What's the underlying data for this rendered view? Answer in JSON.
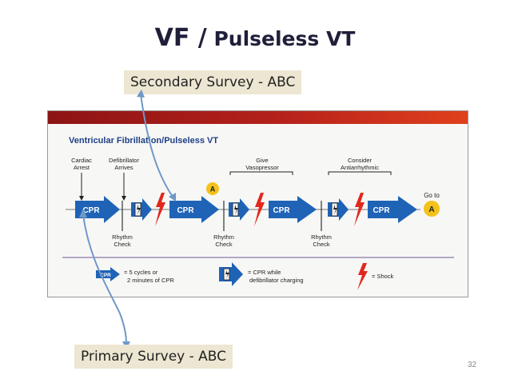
{
  "slide": {
    "title_main": "VF /",
    "title_rest": " Pulseless VT",
    "secondary_callout": "Secondary Survey - ABC",
    "primary_callout": "Primary Survey - ABC",
    "slide_number": "32"
  },
  "algorithm": {
    "heading": "Ventricular Fibrillation/Pulseless VT",
    "cardiac_arrest_1": "Cardiac",
    "cardiac_arrest_2": "Arrest",
    "defib_arrives_1": "Defibrillator",
    "defib_arrives_2": "Arrives",
    "give_vasopressor_1": "Give",
    "give_vasopressor_2": "Vasopressor",
    "consider_anti_1": "Consider",
    "consider_anti_2": "Antiarrhythmic",
    "cpr_label": "CPR",
    "badge_letter": "A",
    "goto_label": "Go to",
    "rhythm_label": "Rhythm",
    "check_label": "Check",
    "colors": {
      "blue": "#1f63b7",
      "red": "#e2271e",
      "yellow": "#f3c21b",
      "header": "#9a1a1a"
    }
  },
  "legend": {
    "cpr_desc_1": "= 5 cycles or",
    "cpr_desc_2": "2 minutes of CPR",
    "charge_desc_1": "= CPR while",
    "charge_desc_2": "defibrillator charging",
    "shock_desc": "= Shock"
  }
}
